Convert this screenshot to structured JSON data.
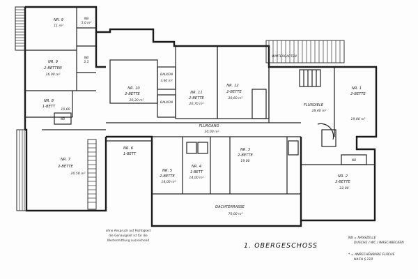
{
  "title": "1. OBERGESCHOSS",
  "disclaimer": [
    "ohne Anspruch auf Richtigkeit",
    "die Genauigkeit ist für die",
    "Wertermittlung ausreichend"
  ],
  "legend": [
    "NB = NASSZELLE",
    "DUSCHE / WC / WASCHBECKEN",
    "* = ANRECHENBARE FLÄCHE",
    "NACH § 110"
  ],
  "rooms": {
    "nr9_top": {
      "name": "NR. 9",
      "area": "11 m²"
    },
    "nb_a": {
      "name": "NB",
      "area": "5,0 m²"
    },
    "nr9_lower": {
      "name": "NR. 9",
      "sub": "2-BETTEN",
      "area": "16,00 m²"
    },
    "nb_b": {
      "name": "NB",
      "area": "2,5"
    },
    "nr8": {
      "name": "NR. 8",
      "sub": "1-BETT",
      "area": "10,60"
    },
    "nb_c": {
      "name": "NB"
    },
    "nr7": {
      "name": "NR. 7",
      "sub": "2-BETTE",
      "area": "20,50 m²"
    },
    "nr10": {
      "name": "NR. 10",
      "sub": "2-BETTE",
      "area": "20,20 m²"
    },
    "balkon_top": {
      "name": "BALKON",
      "area": "3,60 m²"
    },
    "balkon_bot": {
      "name": "BALKON"
    },
    "nr11": {
      "name": "NR. 11",
      "sub": "2-BETTE",
      "area": "20,70 m²"
    },
    "nr12": {
      "name": "NR. 12",
      "sub": "2-BETTE",
      "area": "20,60 m²"
    },
    "terrace": {
      "name": "WINTERGARTEN"
    },
    "flurdiele": {
      "name": "FLURDIELE",
      "area": "28,40 m²"
    },
    "nr1": {
      "name": "NR. 1",
      "sub": "2-BETTE",
      "area": "19,00 m²"
    },
    "flur": {
      "name": "FLURGANG",
      "area": "30,00 m²"
    },
    "nr6": {
      "name": "NR. 6",
      "sub": "1-BETT"
    },
    "nr5": {
      "name": "NR. 5",
      "sub": "2-BETTE",
      "area": "14,00 m²"
    },
    "nr4": {
      "name": "NR. 4",
      "sub": "1-BETT",
      "area": "14,00 m²"
    },
    "nr3": {
      "name": "NR. 3",
      "sub": "2-BETTE",
      "area": "19,00"
    },
    "nr2": {
      "name": "NR. 2",
      "sub": "2-BETTE",
      "area": "22,00"
    },
    "nb_d": {
      "name": "NB"
    },
    "dachterrasse": {
      "name": "DACHTERRASSE",
      "area": "70,00 m²"
    }
  }
}
